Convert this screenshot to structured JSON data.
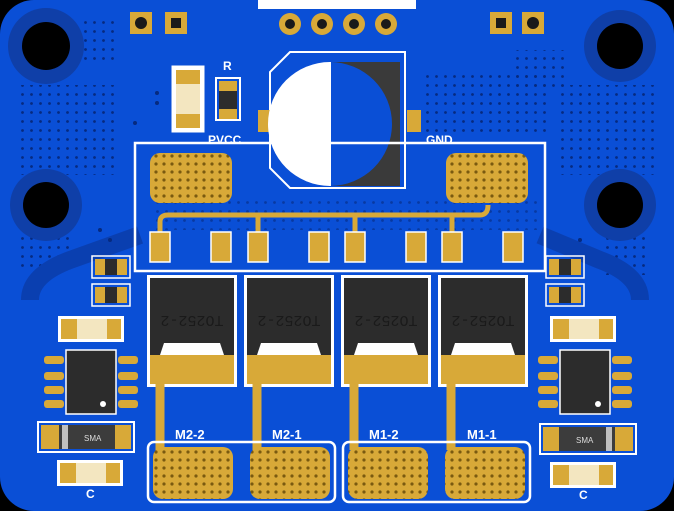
{
  "board": {
    "labels": {
      "resistor": "R",
      "pvcc": "PVCC",
      "gnd": "GND",
      "diode_left": "SMA",
      "diode_right": "SMA",
      "cap_left": "C",
      "cap_right": "C"
    },
    "mosfets": [
      {
        "package": "TO252-2",
        "pad": "M2-2"
      },
      {
        "package": "TO252-2",
        "pad": "M2-1"
      },
      {
        "package": "TO252-2",
        "pad": "M1-2"
      },
      {
        "package": "TO252-2",
        "pad": "M1-1"
      }
    ],
    "colors": {
      "substrate": "#0a4fd6",
      "copper": "#d8a938",
      "silkscreen": "#ffffff",
      "ic_body": "#2c2c2c"
    }
  }
}
